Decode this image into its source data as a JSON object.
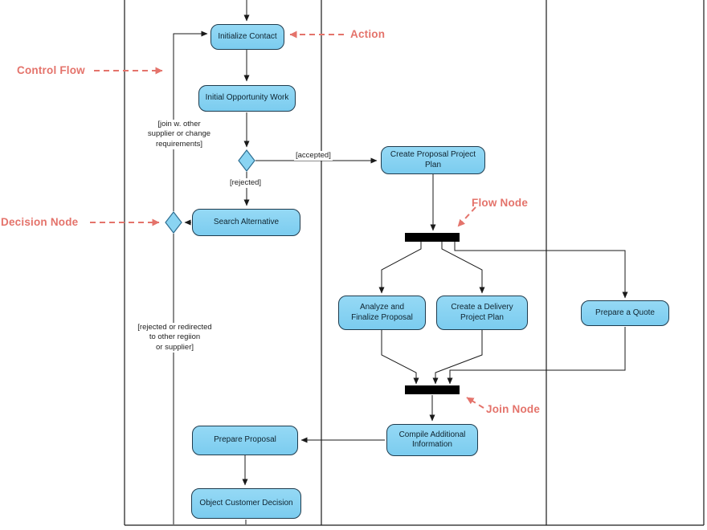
{
  "diagram": {
    "type": "uml-activity-diagram",
    "actions": [
      {
        "label": "Initialize Contact"
      },
      {
        "label": "Initial Opportunity Work"
      },
      {
        "label": "Search Alternative"
      },
      {
        "label": "Create Proposal Project\nPlan"
      },
      {
        "label": "Analyze and\nFinalize Proposal"
      },
      {
        "label": "Create a Delivery\nProject Plan"
      },
      {
        "label": "Prepare a Quote"
      },
      {
        "label": "Compile Additional\nInformation"
      },
      {
        "label": "Prepare Proposal"
      },
      {
        "label": "Object Customer Decision"
      }
    ],
    "guards": [
      {
        "text": "[join w. other\nsupplier or change\nrequirements]"
      },
      {
        "text": "[accepted]"
      },
      {
        "text": "[rejected]"
      },
      {
        "text": "[rejected or redirected\nto other regiion\nor supplier]"
      }
    ],
    "annotations": [
      {
        "label": "Action"
      },
      {
        "label": "Control Flow"
      },
      {
        "label": "Decision Node"
      },
      {
        "label": "Flow Node"
      },
      {
        "label": "Join Node"
      }
    ],
    "colors": {
      "action_fill": "#87d3f2",
      "action_border": "#1f3b4d",
      "annotation_text": "#e4736b",
      "flow_line": "#1a1a1a",
      "sync_bar": "#000000",
      "background": "#ffffff"
    }
  }
}
